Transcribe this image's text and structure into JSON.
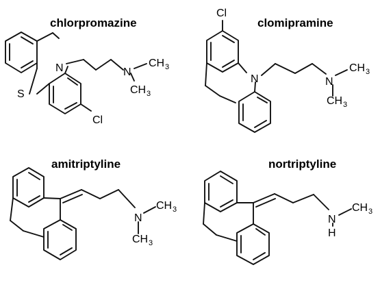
{
  "molecules": [
    {
      "name": "chlorpromazine",
      "atoms": {
        "s": "S",
        "n": "N",
        "n2": "N",
        "cl": "Cl",
        "ch3_top": "CH",
        "ch3_top_sub": "3",
        "ch3_bot": "CH",
        "ch3_bot_sub": "3"
      }
    },
    {
      "name": "clomipramine",
      "atoms": {
        "cl": "Cl",
        "n": "N",
        "n2": "N",
        "ch3_top": "CH",
        "ch3_top_sub": "3",
        "ch3_bot": "CH",
        "ch3_bot_sub": "3"
      }
    },
    {
      "name": "amitriptyline",
      "atoms": {
        "n": "N",
        "ch3_top": "CH",
        "ch3_top_sub": "3",
        "ch3_bot": "CH",
        "ch3_bot_sub": "3"
      }
    },
    {
      "name": "nortriptyline",
      "atoms": {
        "n": "N",
        "h": "H",
        "ch3_top": "CH",
        "ch3_top_sub": "3"
      }
    }
  ]
}
